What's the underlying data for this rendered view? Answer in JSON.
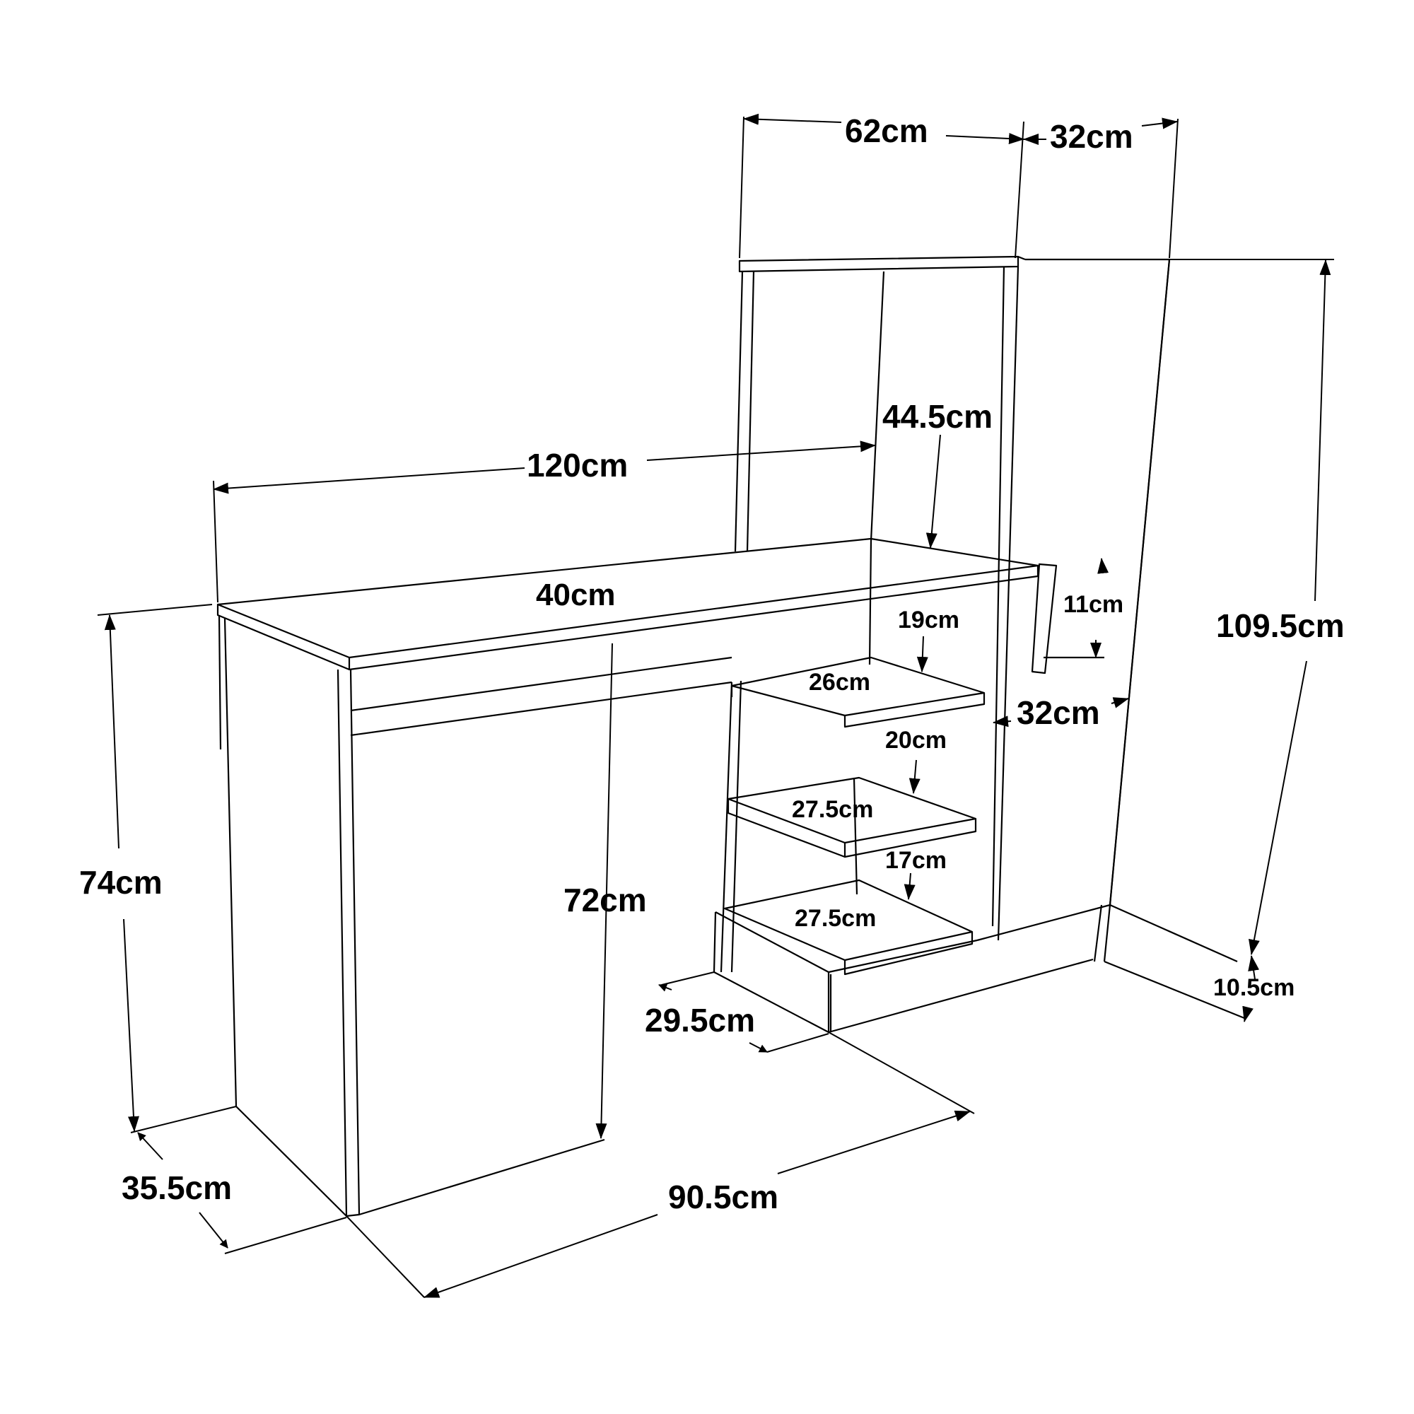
{
  "diagram": {
    "title": "Desk with bookshelf and cabinet - dimension drawing",
    "line_color": "#000000",
    "background": "#ffffff",
    "labels": {
      "shelf_width_top": "62cm",
      "cabinet_width_top": "32cm",
      "shelf_inner_height": "44.5cm",
      "desk_width": "120cm",
      "desk_depth_top": "40cm",
      "shelf1_gap": "19cm",
      "shelf1_depth": "26cm",
      "handle_height": "11cm",
      "cabinet_width_side": "32cm",
      "total_height": "109.5cm",
      "shelf2_gap": "20cm",
      "shelf2_depth": "27.5cm",
      "shelf3_gap": "17cm",
      "shelf3_depth": "27.5cm",
      "desk_height": "74cm",
      "leg_inner_height": "72cm",
      "plinth_depth": "29.5cm",
      "plinth_height": "10.5cm",
      "leg_depth": "35.5cm",
      "base_length": "90.5cm"
    }
  }
}
